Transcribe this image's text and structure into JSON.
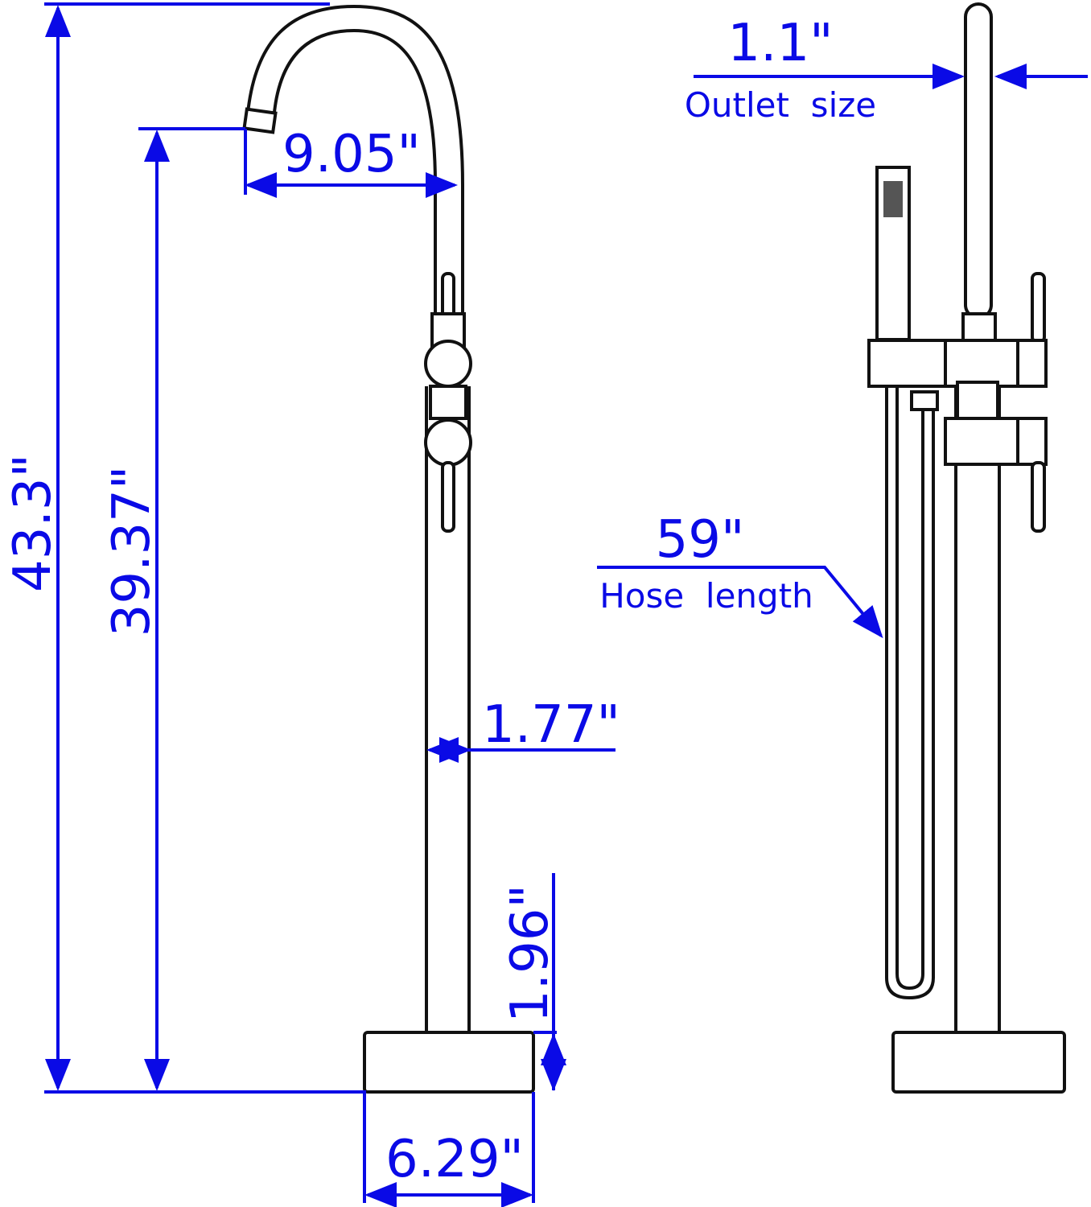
{
  "dimensions": {
    "total_height": "43.3\"",
    "spout_height": "39.37\"",
    "spout_reach": "9.05\"",
    "pipe_diameter": "1.77\"",
    "base_height": "1.96\"",
    "base_width": "6.29\"",
    "outlet_size": "1.1\"",
    "outlet_size_label": "Outlet  size",
    "hose_length": "59\"",
    "hose_length_label": "Hose  length"
  },
  "colors": {
    "dimension": "#0a0ae6",
    "outline": "#111111"
  }
}
